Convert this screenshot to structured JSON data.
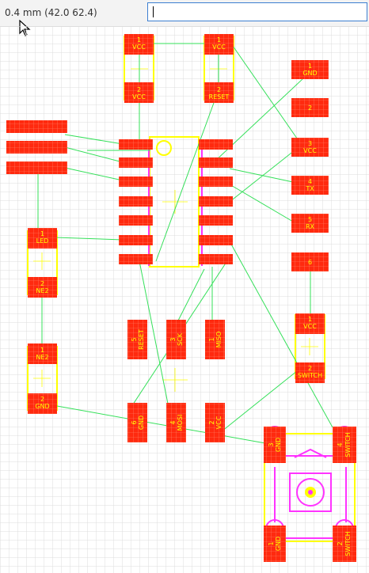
{
  "status": {
    "coordinate_readout": "0.4 mm (42.0 62.4)"
  },
  "command_input": {
    "value": ""
  },
  "colors": {
    "pad": "#ff2a0f",
    "pad_grid": "#ff8a70",
    "silkscreen": "#ffff00",
    "ratsnest": "#35e05a",
    "keepout": "#ff33ff",
    "grid": "#d8d8d8"
  },
  "pads": {
    "hdr_vcc1_top": {
      "num": "1",
      "name": "VCC"
    },
    "hdr_vcc1_bot": {
      "num": "2",
      "name": "VCC"
    },
    "hdr_rst_top": {
      "num": "1",
      "name": "VCC"
    },
    "hdr_rst_bot": {
      "num": "2",
      "name": "RESET"
    },
    "ftdi_1": {
      "num": "1",
      "name": "GND"
    },
    "ftdi_2": {
      "num": "2",
      "name": ""
    },
    "ftdi_3": {
      "num": "3",
      "name": "VCC"
    },
    "ftdi_4": {
      "num": "4",
      "name": "TX"
    },
    "ftdi_5": {
      "num": "5",
      "name": "RX"
    },
    "ftdi_6": {
      "num": "6",
      "name": ""
    },
    "led_1": {
      "num": "1",
      "name": "LED"
    },
    "led_2": {
      "num": "2",
      "name": "NE2"
    },
    "res_1": {
      "num": "1",
      "name": "NE2"
    },
    "res_2": {
      "num": "2",
      "name": "GND"
    },
    "sw_hdr_1": {
      "num": "1",
      "name": "VCC"
    },
    "sw_hdr_2": {
      "num": "2",
      "name": "SWITCH"
    },
    "isp_reset": {
      "num": "5",
      "name": "RESET"
    },
    "isp_sck": {
      "num": "3",
      "name": "SCK"
    },
    "isp_miso": {
      "num": "1",
      "name": "MISO"
    },
    "isp_gnd": {
      "num": "6",
      "name": "GND"
    },
    "isp_mosi": {
      "num": "4",
      "name": "MOSI"
    },
    "isp_vcc": {
      "num": "2",
      "name": "VCC"
    },
    "btn_gnd_top": {
      "num": "3",
      "name": "GND"
    },
    "btn_sw_top": {
      "num": "4",
      "name": "SWITCH"
    },
    "btn_gnd_bot": {
      "num": "1",
      "name": "GND"
    },
    "btn_sw_bot": {
      "num": "2",
      "name": "SWITCH"
    }
  }
}
